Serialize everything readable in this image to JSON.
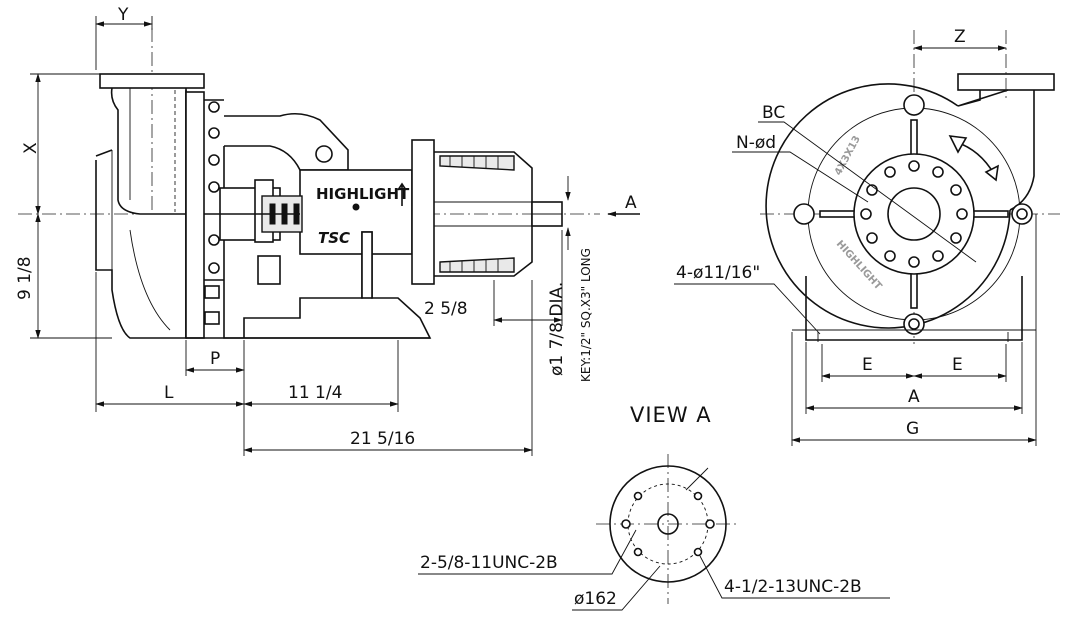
{
  "side_view": {
    "dim_y": "Y",
    "dim_x": "X",
    "dim_height": "9 1/8",
    "dim_p": "P",
    "dim_l": "L",
    "dim_base": "11 1/4",
    "dim_overall": "21 5/16",
    "dim_shaft_ext": "2 5/8",
    "shaft_dia": "ø1 7/8 DIA.",
    "key": "KEY:1/2\" SQ.X3\" LONG",
    "view_arrow_label": "A",
    "brand": "HIGHLIGHT",
    "logo_text": "TSC"
  },
  "front_view": {
    "dim_z": "Z",
    "label_bc": "BC",
    "label_n_d": "N-ød",
    "foot_holes": "4-ø11/16\"",
    "dim_e_left": "E",
    "dim_e_right": "E",
    "dim_a": "A",
    "dim_g": "G",
    "watermark_size": "4X3X13",
    "watermark_brand": "HIGHLIGHT"
  },
  "view_a": {
    "title": "VIEW A",
    "tap_holes_1": "2-5/8-11UNC-2B",
    "tap_holes_2": "4-1/2-13UNC-2B",
    "bolt_circle": "ø162"
  }
}
